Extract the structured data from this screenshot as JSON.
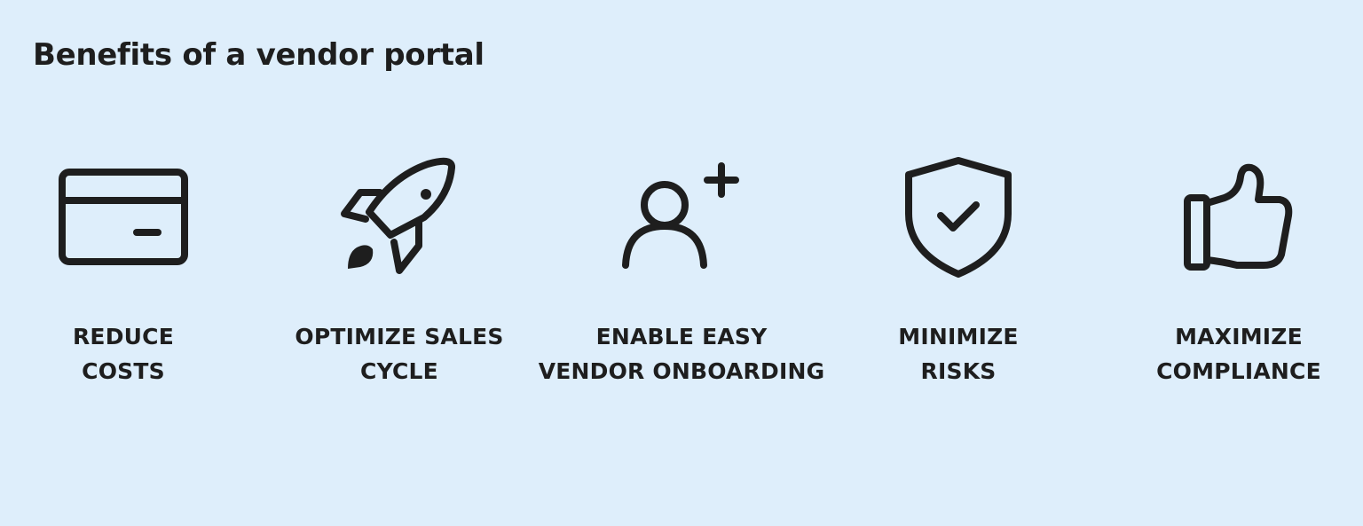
{
  "title": "Benefits of a vendor portal",
  "benefits": [
    {
      "icon": "credit-card-icon",
      "line1": "REDUCE",
      "line2": "COSTS"
    },
    {
      "icon": "rocket-icon",
      "line1": "OPTIMIZE SALES",
      "line2": "CYCLE"
    },
    {
      "icon": "user-plus-icon",
      "line1": "ENABLE EASY",
      "line2": "VENDOR ONBOARDING"
    },
    {
      "icon": "shield-check-icon",
      "line1": "MINIMIZE",
      "line2": "RISKS"
    },
    {
      "icon": "thumbs-up-icon",
      "line1": "MAXIMIZE",
      "line2": "COMPLIANCE"
    }
  ],
  "colors": {
    "background": "#deeefb",
    "ink": "#1e1e1e"
  }
}
